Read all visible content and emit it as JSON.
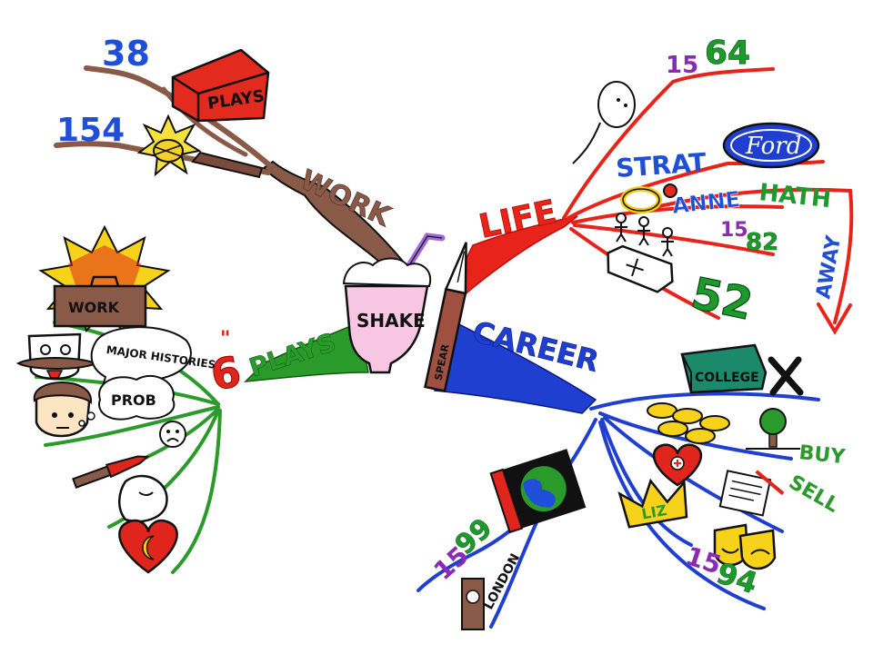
{
  "center": {
    "cup_label": "SHAKE",
    "pen_label": "SPEAR"
  },
  "work": {
    "label": "WORK",
    "plays_count": "38",
    "plays_book_label": "PLAYS",
    "poems_count": "154",
    "colors": {
      "branch": "#8a5a48",
      "book": "#e22a1f",
      "count": "#1f4fd8"
    }
  },
  "life": {
    "label": "LIFE",
    "birth_year": {
      "prefix": "15",
      "suffix": "64"
    },
    "strat": "STRAT",
    "ford": "Ford",
    "wife_first": "ANNE",
    "wife_last": "HATH",
    "kids_year": {
      "prefix": "15",
      "suffix": "82"
    },
    "away": "AWAY",
    "death_age": "52",
    "colors": {
      "branch": "#e8231a",
      "prefix": "#8a2bb5",
      "suffix": "#1e9a2c"
    }
  },
  "plays": {
    "count": "6",
    "label": "PLAYS",
    "work_label": "WORK",
    "history_label": "MAJOR HISTORIES",
    "prob_label": "PROB",
    "colors": {
      "branch": "#2a9a2a",
      "count": "#e0261c"
    }
  },
  "career": {
    "label": "CAREER",
    "college": "COLLEGE",
    "buy": "BUY",
    "sell": "SELL",
    "liz": "LIZ",
    "london_year": {
      "prefix": "15",
      "suffix": "99"
    },
    "london": "LONDON",
    "theatre_year": {
      "prefix": "15",
      "suffix": "94"
    },
    "colors": {
      "branch": "#1f3fd0"
    }
  }
}
